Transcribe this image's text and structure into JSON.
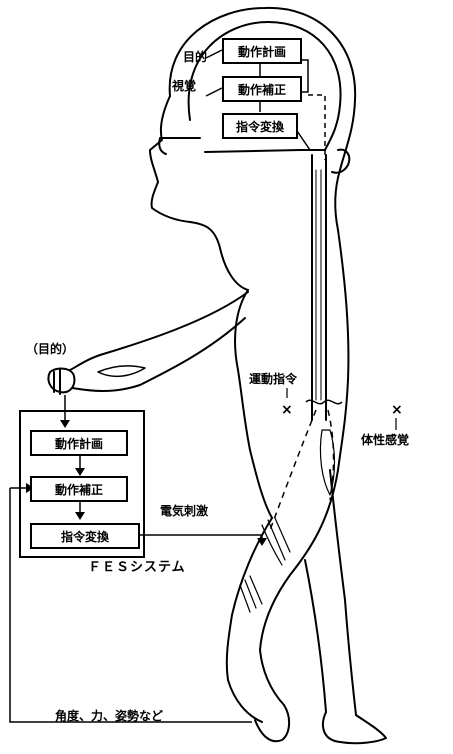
{
  "brain": {
    "purpose_label": "目的",
    "vision_label": "視覚",
    "boxes": [
      "動作計画",
      "動作補正",
      "指令変換"
    ]
  },
  "nerve": {
    "motor_command_label": "運動指令",
    "somatosensory_label": "体性感覚",
    "block_mark": "×"
  },
  "fes": {
    "purpose_label": "（目的）",
    "boxes": [
      "動作計画",
      "動作補正",
      "指令変換"
    ],
    "system_label": "ＦＥＳシステム",
    "stimulation_label": "電気刺激",
    "feedback_label": "角度、力、姿勢など"
  }
}
